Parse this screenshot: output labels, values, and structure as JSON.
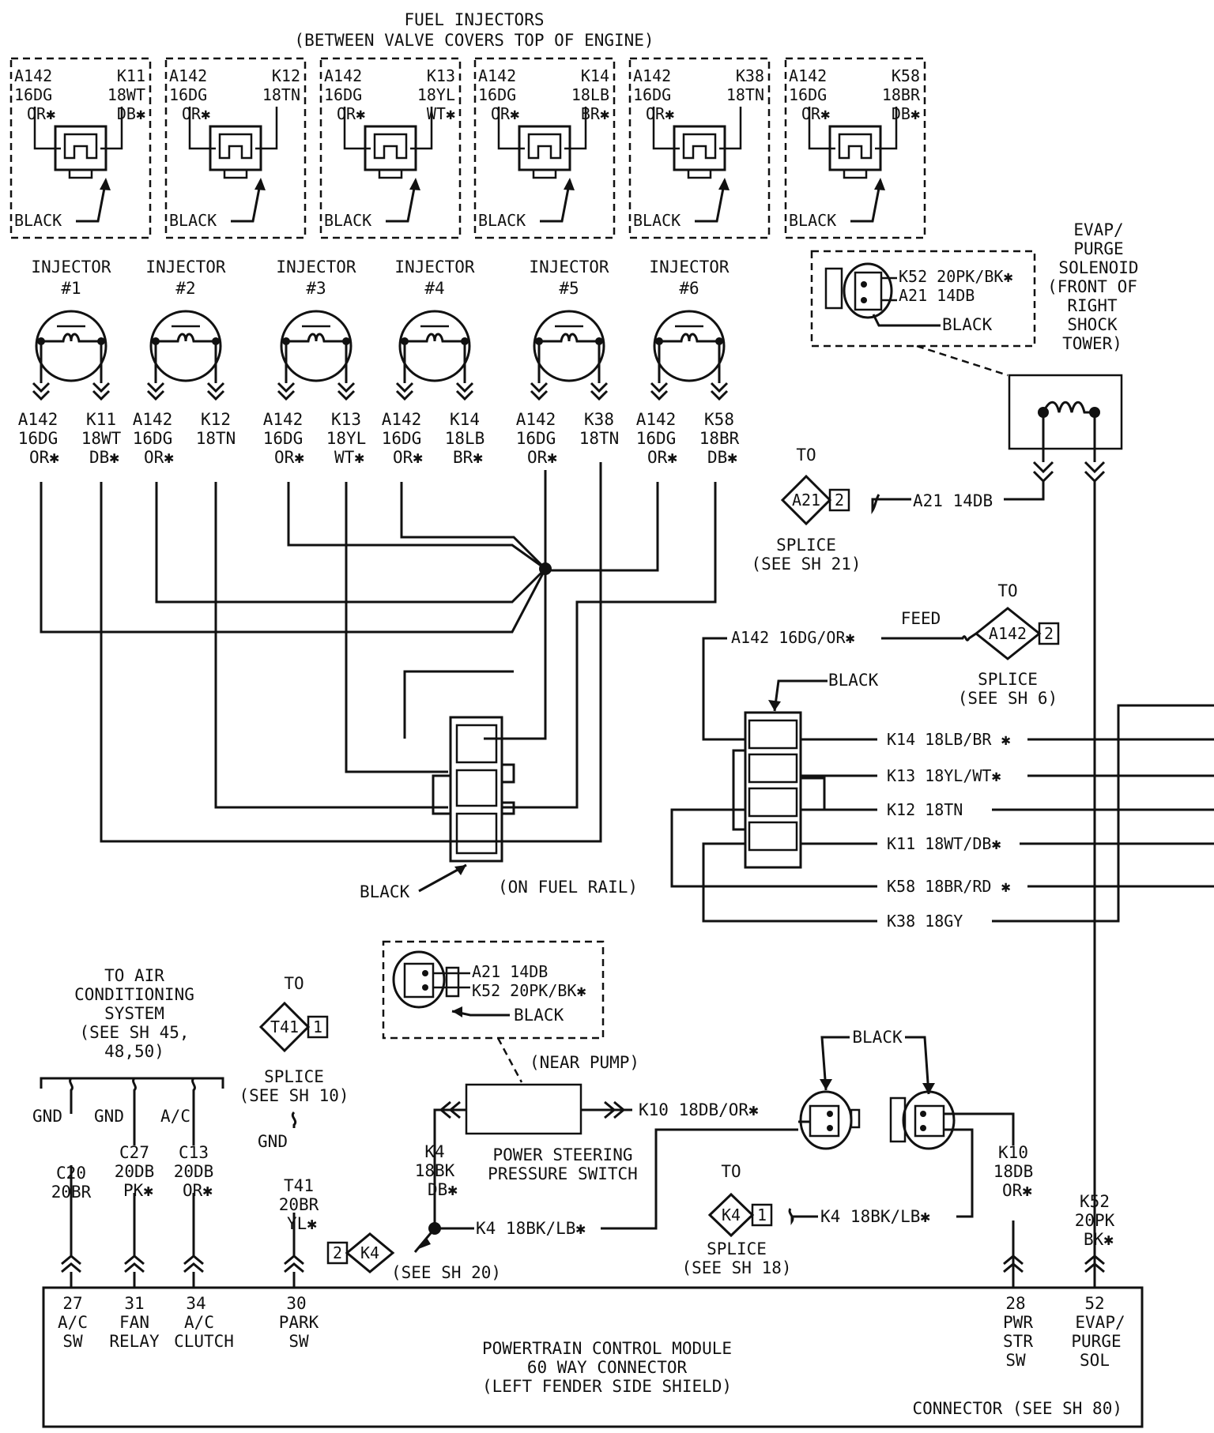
{
  "header": {
    "title": "FUEL INJECTORS",
    "subtitle": "(BETWEEN VALVE COVERS TOP OF ENGINE)"
  },
  "connectors": [
    {
      "l1": "A142",
      "l2": "16DG",
      "l3": "OR✱",
      "r1": "K11",
      "r2": "18WT",
      "r3": "DB✱",
      "color": "BLACK"
    },
    {
      "l1": "A142",
      "l2": "16DG",
      "l3": "OR✱",
      "r1": "K12",
      "r2": "18TN",
      "r3": "",
      "color": "BLACK"
    },
    {
      "l1": "A142",
      "l2": "16DG",
      "l3": "OR✱",
      "r1": "K13",
      "r2": "18YL",
      "r3": "WT✱",
      "color": "BLACK"
    },
    {
      "l1": "A142",
      "l2": "16DG",
      "l3": "OR✱",
      "r1": "K14",
      "r2": "18LB",
      "r3": "BR✱",
      "color": "BLACK"
    },
    {
      "l1": "A142",
      "l2": "16DG",
      "l3": "OR✱",
      "r1": "K38",
      "r2": "18TN",
      "r3": "",
      "color": "BLACK"
    },
    {
      "l1": "A142",
      "l2": "16DG",
      "l3": "OR✱",
      "r1": "K58",
      "r2": "18BR",
      "r3": "DB✱",
      "color": "BLACK"
    }
  ],
  "injectors": [
    {
      "label": "INJECTOR",
      "num": "#1",
      "l1": "A142",
      "l2": "16DG",
      "l3": "OR✱",
      "r1": "K11",
      "r2": "18WT",
      "r3": "DB✱"
    },
    {
      "label": "INJECTOR",
      "num": "#2",
      "l1": "A142",
      "l2": "16DG",
      "l3": "OR✱",
      "r1": "K12",
      "r2": "18TN",
      "r3": ""
    },
    {
      "label": "INJECTOR",
      "num": "#3",
      "l1": "A142",
      "l2": "16DG",
      "l3": "OR✱",
      "r1": "K13",
      "r2": "18YL",
      "r3": "WT✱"
    },
    {
      "label": "INJECTOR",
      "num": "#4",
      "l1": "A142",
      "l2": "16DG",
      "l3": "OR✱",
      "r1": "K14",
      "r2": "18LB",
      "r3": "BR✱"
    },
    {
      "label": "INJECTOR",
      "num": "#5",
      "l1": "A142",
      "l2": "16DG",
      "l3": "OR✱",
      "r1": "K38",
      "r2": "18TN",
      "r3": ""
    },
    {
      "label": "INJECTOR",
      "num": "#6",
      "l1": "A142",
      "l2": "16DG",
      "l3": "OR✱",
      "r1": "K58",
      "r2": "18BR",
      "r3": "DB✱"
    }
  ],
  "fuel_rail": {
    "color": "BLACK",
    "location": "(ON FUEL RAIL)"
  },
  "evap": {
    "title": [
      "EVAP/",
      "PURGE",
      "SOLENOID",
      "(FRONT OF",
      "RIGHT",
      "SHOCK",
      "TOWER)"
    ],
    "wire1": "K52  20PK/BK✱",
    "wire2": "A21  14DB",
    "color": "BLACK",
    "lead": "A21  14DB"
  },
  "splice_a21": {
    "to": "TO",
    "id": "A21",
    "pin": "2",
    "label": "SPLICE",
    "sheet": "(SEE SH 21)"
  },
  "splice_a142": {
    "to": "TO",
    "id": "A142",
    "pin": "2",
    "label": "SPLICE",
    "sheet": "(SEE SH 6)",
    "feed": "FEED",
    "wire": "A142  16DG/OR✱"
  },
  "harness": {
    "color": "BLACK",
    "wires": [
      "K14  18LB/BR ✱",
      "K13  18YL/WT✱",
      "K12  18TN",
      "K11  18WT/DB✱",
      "K58  18BR/RD ✱",
      "K38  18GY"
    ]
  },
  "ac": {
    "lines": [
      "TO AIR",
      "CONDITIONING",
      "SYSTEM",
      "(SEE SH 45,",
      "48,50)"
    ],
    "tap1": "GND",
    "tap2": "GND",
    "tap3": "A/C"
  },
  "splice_t41": {
    "to": "TO",
    "id": "T41",
    "pin": "1",
    "label": "SPLICE",
    "sheet": "(SEE SH 10)",
    "gnd": "GND"
  },
  "ps_switch": {
    "wire1": "A21  14DB",
    "wire2": "K52  20PK/BK✱",
    "color": "BLACK",
    "near": "(NEAR PUMP)",
    "name1": "POWER STEERING",
    "name2": "PRESSURE SWITCH",
    "k10": "K10  18DB/OR✱",
    "k4_1": "K4",
    "k4_2": "18BK",
    "k4_3": "DB✱",
    "k4_wire": "K4  18BK/LB✱"
  },
  "splice_k4_left": {
    "id": "K4",
    "pin": "2",
    "sheet": "(SEE SH 20)"
  },
  "splice_k4_right": {
    "to": "TO",
    "id": "K4",
    "pin": "1",
    "label": "SPLICE",
    "sheet": "(SEE SH 18)",
    "wire": "K4  18BK/LB✱"
  },
  "black_pair": {
    "label": "BLACK"
  },
  "pcm_wires": [
    {
      "a": "C20",
      "b": "20BR",
      "c": ""
    },
    {
      "a": "C27",
      "b": "20DB",
      "c": "PK✱"
    },
    {
      "a": "C13",
      "b": "20DB",
      "c": "OR✱"
    },
    {
      "a": "T41",
      "b": "20BR",
      "c": "YL✱"
    },
    {
      "a": "K10",
      "b": "18DB",
      "c": "OR✱"
    },
    {
      "a": "K52",
      "b": "20PK",
      "c": "BK✱"
    }
  ],
  "pcm_pins": [
    {
      "n": "27",
      "a": "A/C",
      "b": "SW"
    },
    {
      "n": "31",
      "a": "FAN",
      "b": "RELAY"
    },
    {
      "n": "34",
      "a": "A/C",
      "b": "CLUTCH"
    },
    {
      "n": "30",
      "a": "PARK",
      "b": "SW"
    },
    {
      "n": "28",
      "a": "PWR",
      "b": "STR",
      "c": "SW"
    },
    {
      "n": "52",
      "a": "EVAP/",
      "b": "PURGE",
      "c": "SOL"
    }
  ],
  "pcm": {
    "line1": "POWERTRAIN CONTROL MODULE",
    "line2": "60 WAY CONNECTOR",
    "line3": "(LEFT FENDER SIDE SHIELD)",
    "connector": "CONNECTOR (SEE SH 80)"
  }
}
